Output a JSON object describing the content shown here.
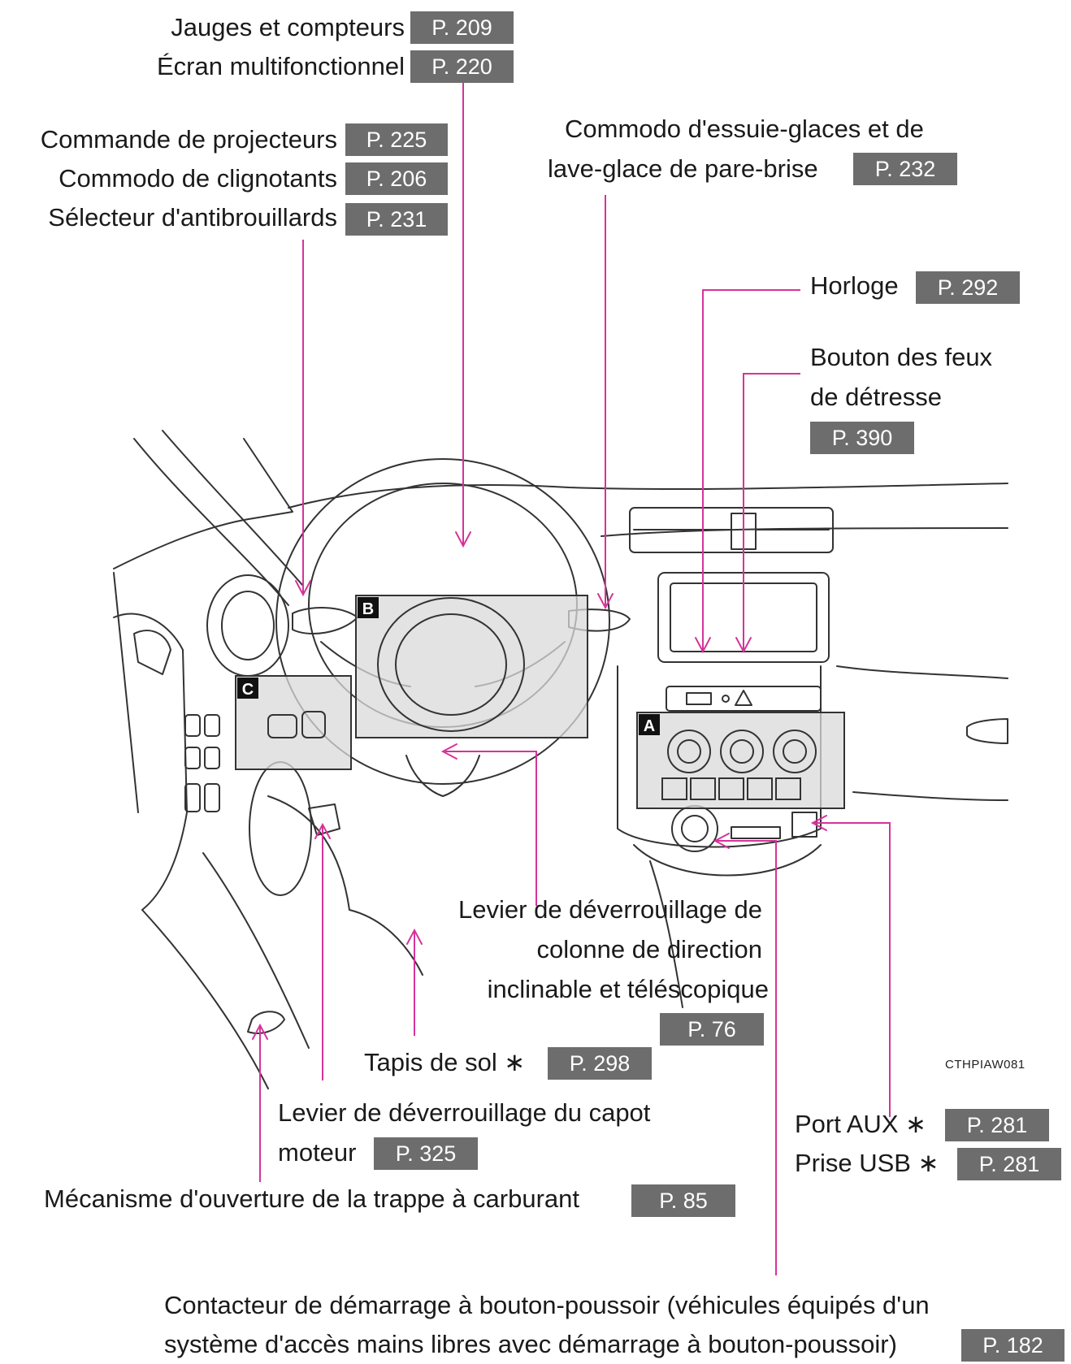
{
  "labels": {
    "jauges": "Jauges et compteurs",
    "ecran": "Écran multifonctionnel",
    "projecteurs": "Commande de projecteurs",
    "clignotants": "Commodo de clignotants",
    "antibrouillards": "Sélecteur d'antibrouillards",
    "essuie_l1": "Commodo d'essuie-glaces et de",
    "essuie_l2": "lave-glace de pare-brise",
    "horloge": "Horloge",
    "detresse_l1": "Bouton des feux",
    "detresse_l2": "de détresse",
    "levier_col_l1": "Levier de déverrouillage de",
    "levier_col_l2": "colonne de direction",
    "levier_col_l3": "inclinable et téléscopique",
    "tapis": "Tapis de sol ∗",
    "capot_l1": "Levier de déverrouillage du capot",
    "capot_l2": "moteur",
    "trappe": "Mécanisme d'ouverture de la trappe à carburant",
    "aux": "Port AUX ∗",
    "usb": "Prise USB ∗",
    "demarrage_l1": "Contacteur de démarrage à bouton-poussoir (véhicules équipés d'un",
    "demarrage_l2": "système d'accès mains libres avec démarrage à bouton-poussoir)"
  },
  "pages": {
    "jauges": "P. 209",
    "ecran": "P. 220",
    "projecteurs": "P. 225",
    "clignotants": "P. 206",
    "antibrouillards": "P. 231",
    "essuie": "P. 232",
    "horloge": "P. 292",
    "detresse": "P. 390",
    "levier_col": "P. 76",
    "tapis": "P. 298",
    "capot": "P. 325",
    "trappe": "P. 85",
    "aux": "P. 281",
    "usb": "P. 281",
    "demarrage": "P. 182"
  },
  "markers": {
    "a": "A",
    "b": "B",
    "c": "C"
  },
  "figure_code": "CTHPIAW081",
  "colors": {
    "leader": "#d6339a",
    "tag": "#6d6d6d",
    "outline": "#333333",
    "box": "#d9d9d9"
  }
}
